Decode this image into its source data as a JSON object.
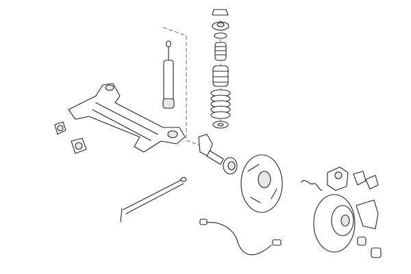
{
  "colors": {
    "background": "#ffffff",
    "line": "#222222",
    "shade": "#e6e6e6"
  },
  "parts": [
    "shock-absorber",
    "strut-mount-stack",
    "coil-spring",
    "rear-axle-beam",
    "axle-bushings",
    "stub-axle",
    "wheel-bearing",
    "brake-backing-plate",
    "brake-disc",
    "brake-caliper",
    "brake-pads",
    "caliper-carrier",
    "brake-hose",
    "handbrake-cable",
    "abs-sensor-cable",
    "wheel-hub-nut",
    "dust-cap"
  ]
}
